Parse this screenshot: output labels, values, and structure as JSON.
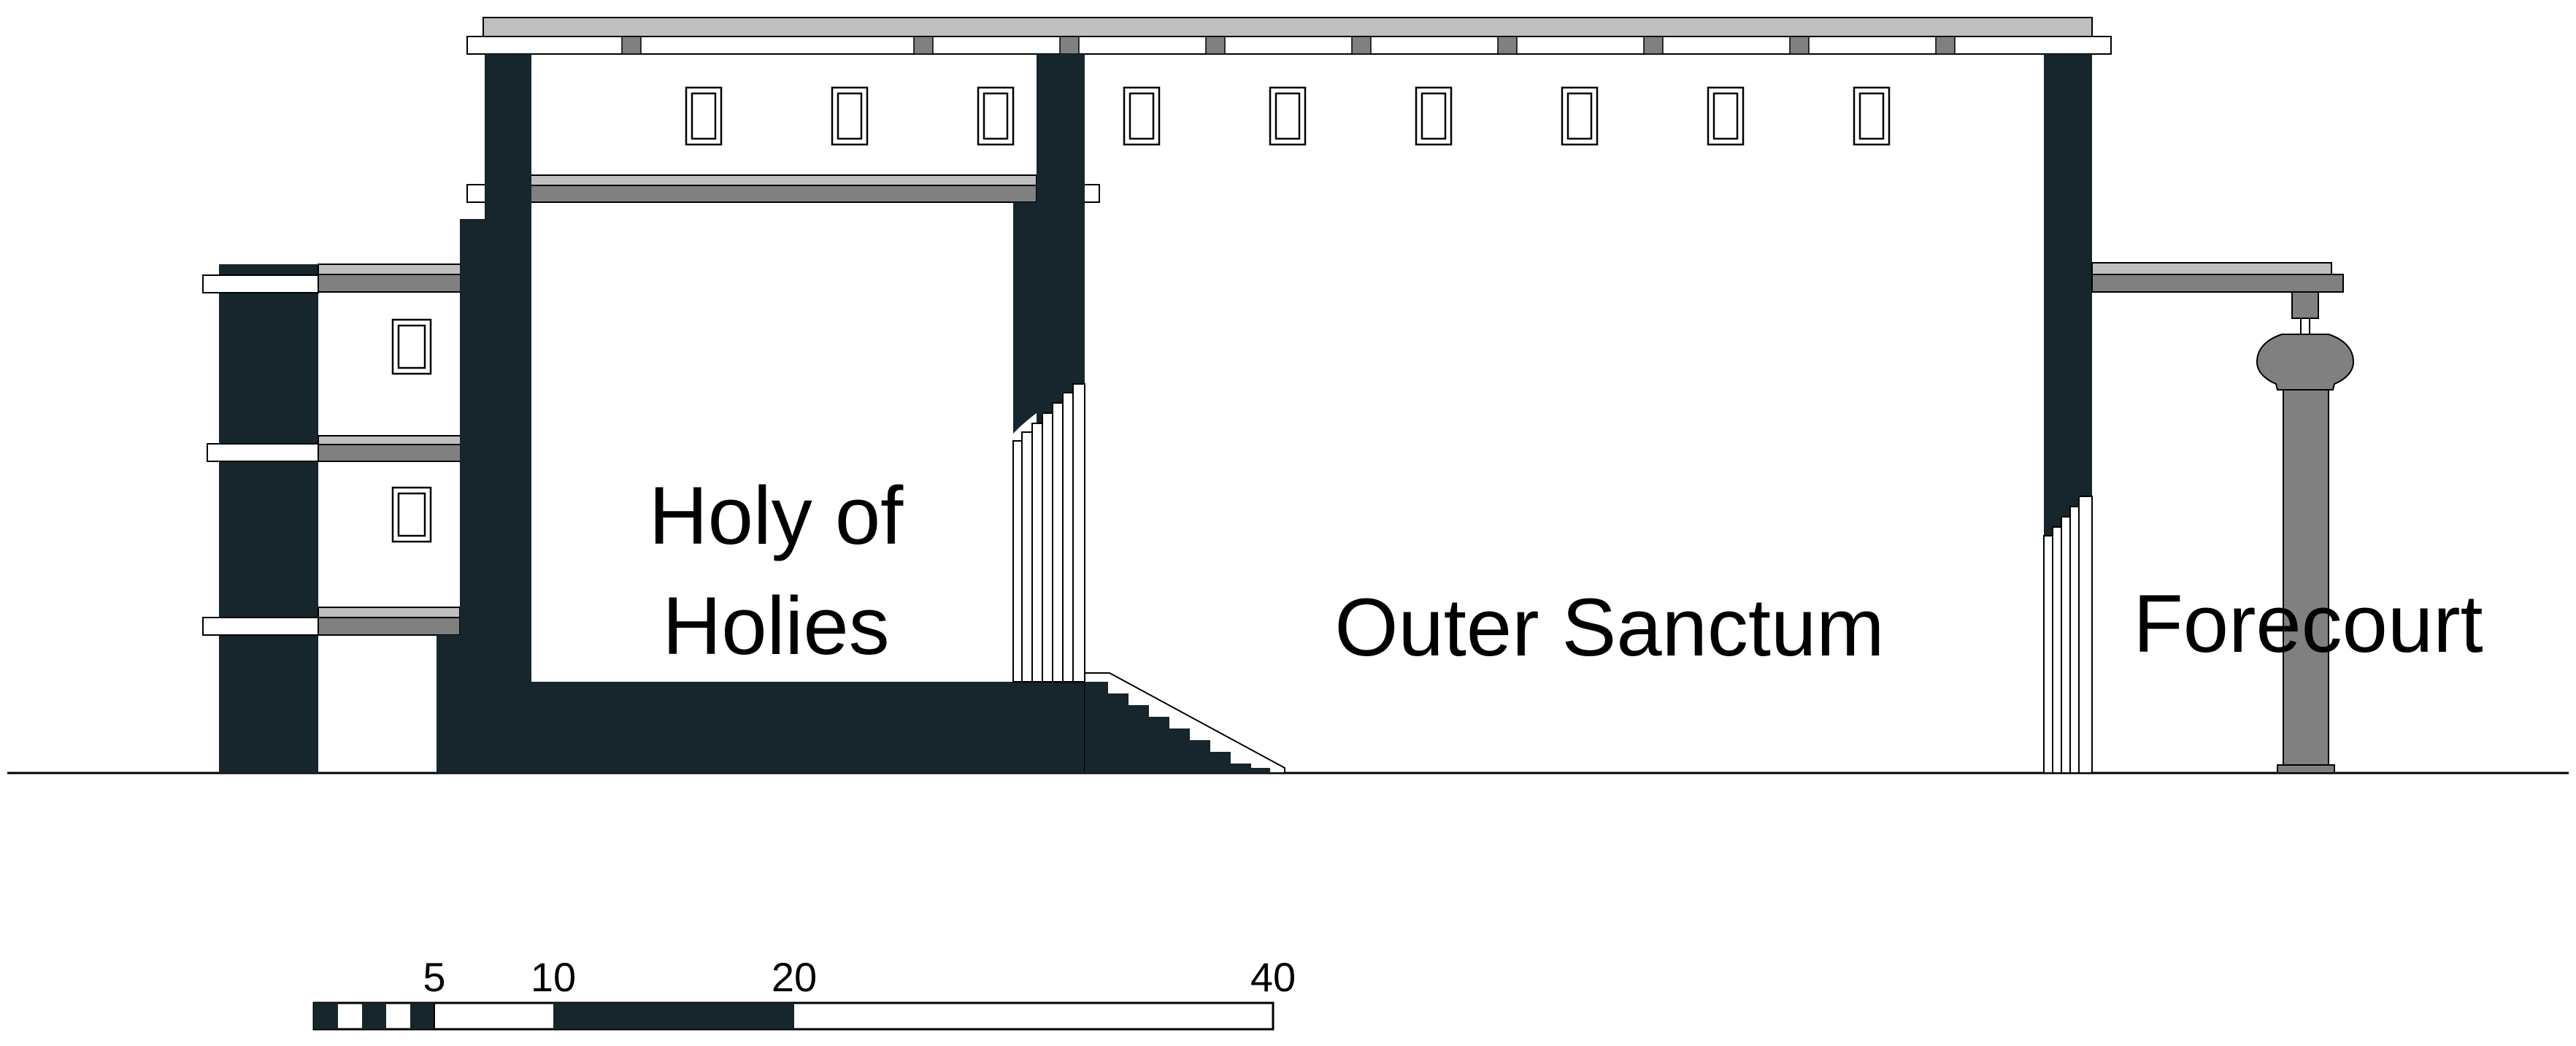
{
  "colors": {
    "dark": "#17252d",
    "gray": "#808080",
    "light_gray": "#bfbfbf",
    "line": "#000000",
    "background": "#ffffff"
  },
  "labels": {
    "holy_of_holies_line1": "Holy of",
    "holy_of_holies_line2": "Holies",
    "outer_sanctum": "Outer Sanctum",
    "forecourt": "Forecourt"
  },
  "scale_bar": {
    "ticks": [
      "5",
      "10",
      "20",
      "40"
    ]
  }
}
